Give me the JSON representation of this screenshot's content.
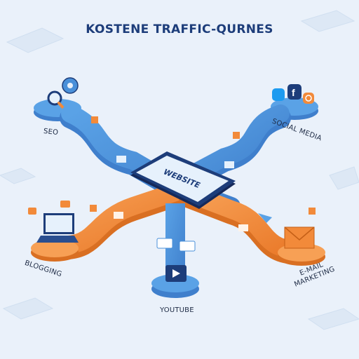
{
  "title": "KOSTENE TRAFFIC-QURNES",
  "center_label": "WEBSITE",
  "nodes": {
    "seo": "SEO",
    "social_media": "SOCIAL MEDIA",
    "blogging": "BLOGGING",
    "email_line1": "E-MAIL",
    "email_line2": "MARKETING",
    "youtube": "YOUTUBE"
  },
  "colors": {
    "background": "#eaf1fa",
    "blue_path": "#4a90d9",
    "orange_path": "#f28a3a",
    "dark_navy": "#1d3d7a",
    "screen": "#e6f1fc"
  },
  "icons": [
    "gear-icon",
    "magnifier-icon",
    "twitter-icon",
    "facebook-icon",
    "instagram-icon",
    "laptop-icon",
    "envelope-icon",
    "play-icon",
    "chat-bubble-icon",
    "document-icon"
  ]
}
